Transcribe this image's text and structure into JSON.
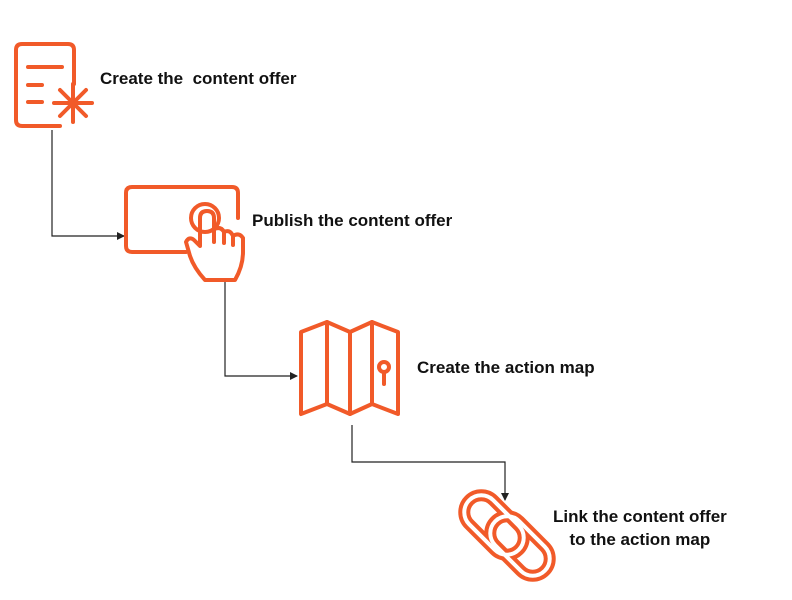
{
  "colors": {
    "accent": "#f15a29",
    "connector": "#222222",
    "text": "#111111"
  },
  "steps": [
    {
      "icon": "document-asterisk-icon",
      "label": "Create the  content offer"
    },
    {
      "icon": "touchscreen-tap-icon",
      "label": "Publish the content offer"
    },
    {
      "icon": "folded-map-icon",
      "label": "Create the action map"
    },
    {
      "icon": "chain-link-icon",
      "label_line1": "Link the content offer",
      "label_line2": "to the action map"
    }
  ]
}
